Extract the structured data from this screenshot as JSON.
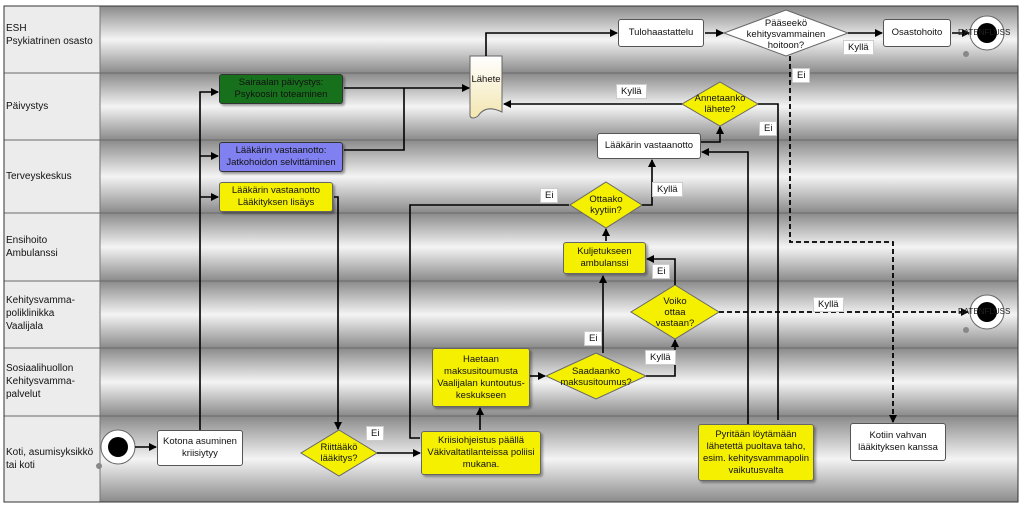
{
  "lanes": [
    {
      "label": "ESH\nPsykiatrinen osasto"
    },
    {
      "label": "Päivystys"
    },
    {
      "label": "Terveyskeskus"
    },
    {
      "label": "Ensihoito\nAmbulanssi"
    },
    {
      "label": "Kehitysvamma-\npoliklinikka\nVaalijala"
    },
    {
      "label": "Sosiaalihuollon\nKehitysvamma-\npalvelut"
    },
    {
      "label": "Koti, asumisyksikkö\ntai koti"
    }
  ],
  "nodes": {
    "tulohaastattelu": "Tulohaastattelu",
    "osastohoito": "Osastohoito",
    "pääseekö": "Pääseekö\nkehitysvammainen\nhoitoon?",
    "lähete": "Lähete",
    "sairaalan": "Sairaalan päivystys:\nPsykoosin toteaminen",
    "annetaanko": "Annetaanko\nlähete?",
    "lääkärin_tk": "Lääkärin vastaanotto",
    "lääkärin_jatko": "Lääkärin vastaanotto:\nJatkohoidon selvittäminen",
    "lääkärin_lisäys": "Lääkärin vastaanotto\nLääkityksen lisäys",
    "ottaako": "Ottaako\nkyytiin?",
    "kuljetukseen": "Kuljetukseen\nambulanssi",
    "voiko": "Voiko\nottaa\nvastaan?",
    "haetaan": "Haetaan\nmaksusitoumusta\nVaalijalan kuntoutus-\nkeskukseen",
    "saadaanko": "Saadaanko\nmaksusitoumus?",
    "kotona": "Kotona asuminen\nkriisiytyy",
    "riittääkö": "Riittääkö\nlääkitys?",
    "kriisiohjeistus": "Kriisiohjeistus päällä\nVäkivaltatilanteissa poliisi\nmukana.",
    "pyritään": "Pyritään löytämään\nlähetettä puoltava taho,\nesim. kehitysvammapolin\nvaikutusvalta",
    "kotiin": "Kotiin vahvan\nlääkityksen kanssa"
  },
  "edge_labels": {
    "kylla_paaseeko": "Kyllä",
    "ei_paaseeko": "Ei",
    "kylla_annetaanko": "Kyllä",
    "ei_annetaanko": "Ei",
    "kylla_ottaako": "Kyllä",
    "ei_ottaako": "Ei",
    "ei_voiko": "Ei",
    "kylla_voiko": "Kyllä",
    "ei_saadaanko": "Ei",
    "kylla_saadaanko": "Kyllä",
    "ei_riittaako": "Ei"
  },
  "end_node_label": "DATENFLUSS"
}
